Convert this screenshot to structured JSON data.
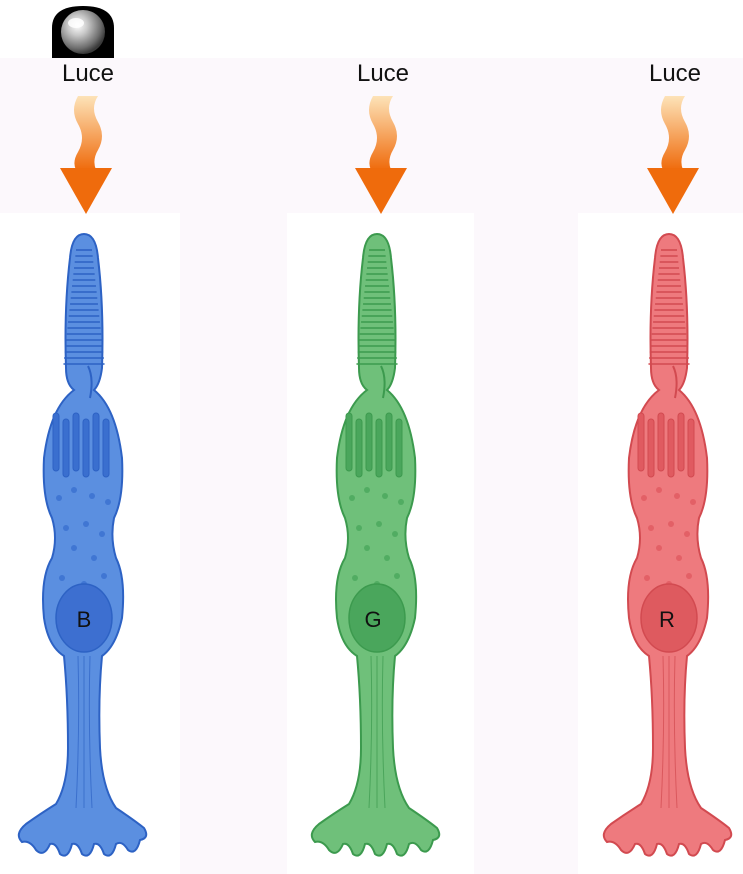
{
  "cells": [
    {
      "light_label": "Luce",
      "letter": "B",
      "colors": {
        "fill": "#5b8fe0",
        "stroke": "#2d62c4",
        "dark": "#3a6fcf",
        "nucleus": "#3d6fd0"
      }
    },
    {
      "light_label": "Luce",
      "letter": "G",
      "colors": {
        "fill": "#6fc07a",
        "stroke": "#3c9a4e",
        "dark": "#4aa65c",
        "nucleus": "#4aa65c"
      }
    },
    {
      "light_label": "Luce",
      "letter": "R",
      "colors": {
        "fill": "#ee7a7e",
        "stroke": "#d24a50",
        "dark": "#e05a60",
        "nucleus": "#de5a5f"
      }
    }
  ],
  "arrow_colors": {
    "top": "#fde3b8",
    "bottom": "#ef6b0c"
  }
}
